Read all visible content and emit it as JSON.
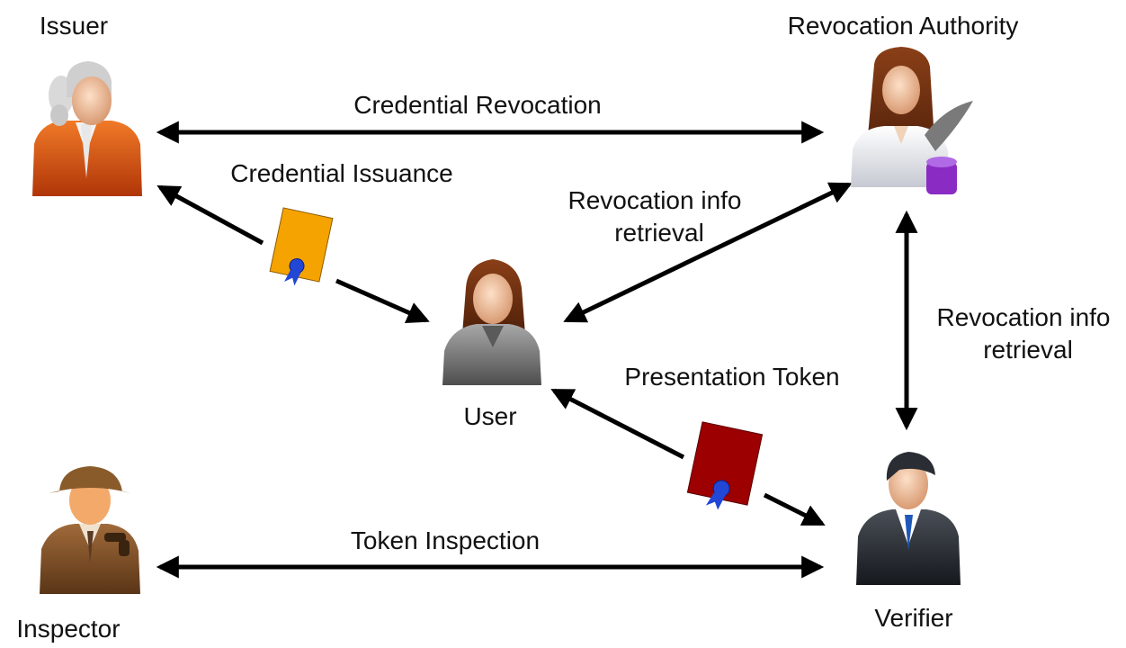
{
  "actors": {
    "issuer": "Issuer",
    "revocation_authority": "Revocation Authority",
    "user": "User",
    "inspector": "Inspector",
    "verifier": "Verifier"
  },
  "flows": {
    "credential_revocation": "Credential Revocation",
    "credential_issuance": "Credential Issuance",
    "revocation_info_user": [
      "Revocation info",
      "retrieval"
    ],
    "revocation_info_verifier": [
      "Revocation info",
      "retrieval"
    ],
    "presentation_token": "Presentation Token",
    "token_inspection": "Token Inspection"
  },
  "icons": {
    "issuer": "issuer-avatar-icon",
    "revocation_authority": "revocation-authority-avatar-icon",
    "user": "user-avatar-icon",
    "inspector": "inspector-avatar-icon",
    "verifier": "verifier-avatar-icon",
    "credential": "credential-certificate-icon",
    "token": "presentation-token-certificate-icon"
  },
  "colors": {
    "credential_doc": "#f5a300",
    "token_doc": "#9c0000",
    "ribbon": "#2246d6",
    "arrow": "#000000"
  }
}
